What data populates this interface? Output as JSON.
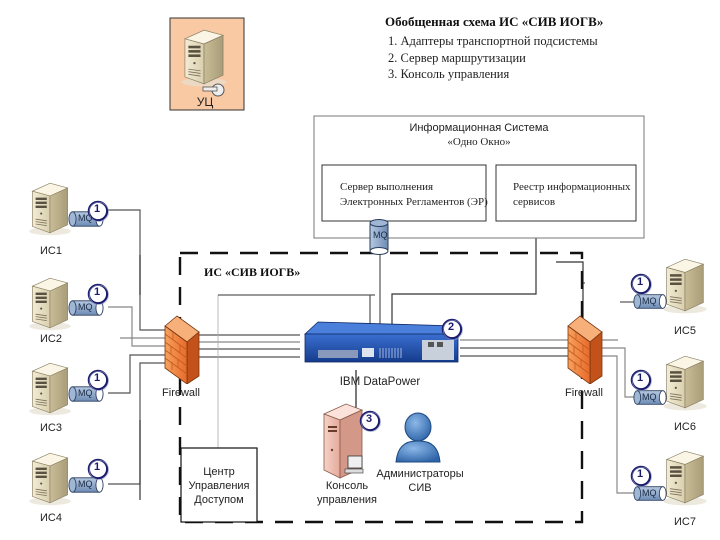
{
  "legend": {
    "title": "Обобщенная схема ИС «СИВ ИОГВ»",
    "items": [
      "1.  Адаптеры транспортной подсистемы",
      "2.  Сервер маршрутизации",
      "3.   Консоль управления"
    ]
  },
  "uc": {
    "label": "УЦ"
  },
  "info_system": {
    "title_line1": "Информационная Система",
    "title_line2": "«Одно Окно»",
    "server_box": {
      "line1": "Сервер выполнения",
      "line2": "Электронных Регламентов (ЭР)"
    },
    "registry_box": {
      "line1": "Реестр информационных",
      "line2": "сервисов"
    }
  },
  "siv_boundary": {
    "label": "ИС «СИВ ИОГВ»"
  },
  "mq_label": "MQ",
  "left_systems": [
    {
      "label": "ИС1",
      "badge": "1"
    },
    {
      "label": "ИС2",
      "badge": "1"
    },
    {
      "label": "ИС3",
      "badge": "1"
    },
    {
      "label": "ИС4",
      "badge": "1"
    }
  ],
  "right_systems": [
    {
      "label": "ИС5",
      "badge": "1"
    },
    {
      "label": "ИС6",
      "badge": "1"
    },
    {
      "label": "ИС7",
      "badge": "1"
    }
  ],
  "firewall_left": {
    "label": "Firewall"
  },
  "firewall_right": {
    "label": "Firewall"
  },
  "datapower": {
    "label": "IBM DataPower",
    "badge": "2"
  },
  "console": {
    "label_line1": "Консоль",
    "label_line2": "управления",
    "badge": "3"
  },
  "admins": {
    "label_line1": "Администраторы",
    "label_line2": "СИВ"
  },
  "access_center": {
    "line1": "Центр",
    "line2": "Управления",
    "line3": "Доступом"
  },
  "colors": {
    "server_body": "#ece4c8",
    "uc_background": "#f9c9a4",
    "mq": "#8fa8c8",
    "firewall": "#f07a30",
    "datapower": "#1d4fb0",
    "badge_ring": "#1c1c6e",
    "admin_person": "#4a86c8"
  }
}
